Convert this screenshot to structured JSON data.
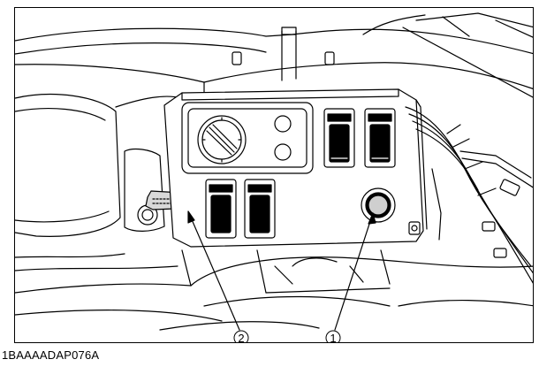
{
  "figure_code": "1BAAAADAP076A",
  "callouts": [
    {
      "id": "1",
      "label": "1",
      "text": "①"
    },
    {
      "id": "2",
      "label": "2",
      "text": "②"
    }
  ],
  "colors": {
    "line": "#000000",
    "background": "#ffffff",
    "shade": "#cfcfcf"
  }
}
